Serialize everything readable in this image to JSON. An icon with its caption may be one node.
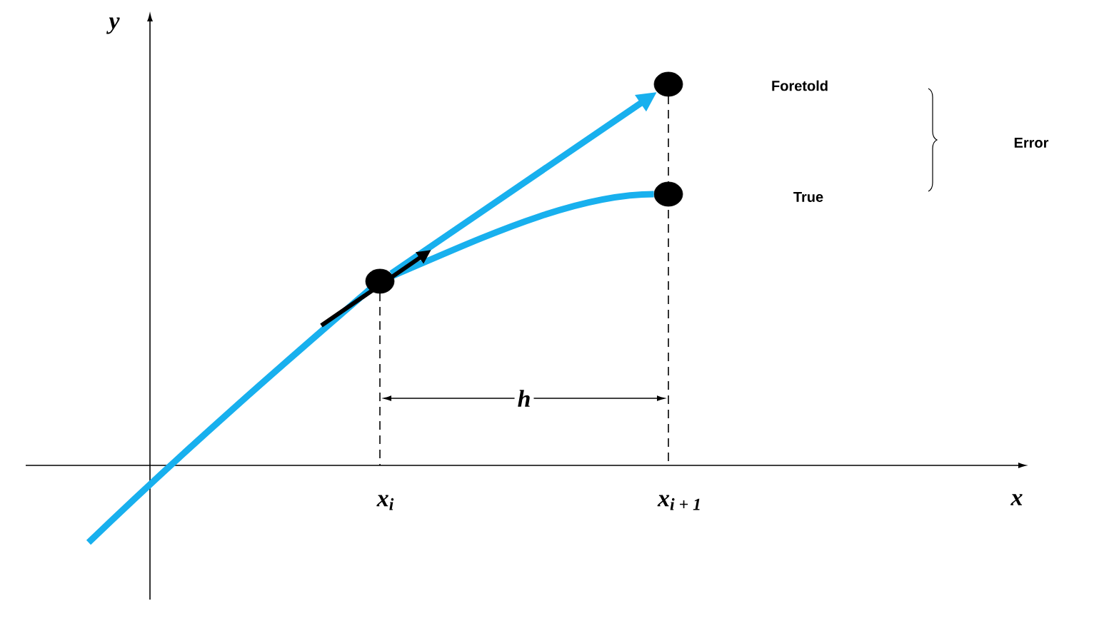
{
  "diagram": {
    "nodes": [
      {
        "text": [],
        "shape": "circle"
      },
      {
        "text": [],
        "shape": "circle"
      },
      {
        "text": [],
        "shape": "circle"
      }
    ],
    "edges": [
      {
        "from": 0,
        "to": 1,
        "arrow": "to",
        "color": "#18b0ee"
      },
      {
        "from": 0,
        "to": 2,
        "arrow": "none",
        "color": "#18b0ee"
      }
    ],
    "labels": [
      "y",
      "Foretold",
      "Error",
      "True",
      "h",
      "x$_{i}$",
      "x$_{i + 1}$",
      "x"
    ]
  }
}
